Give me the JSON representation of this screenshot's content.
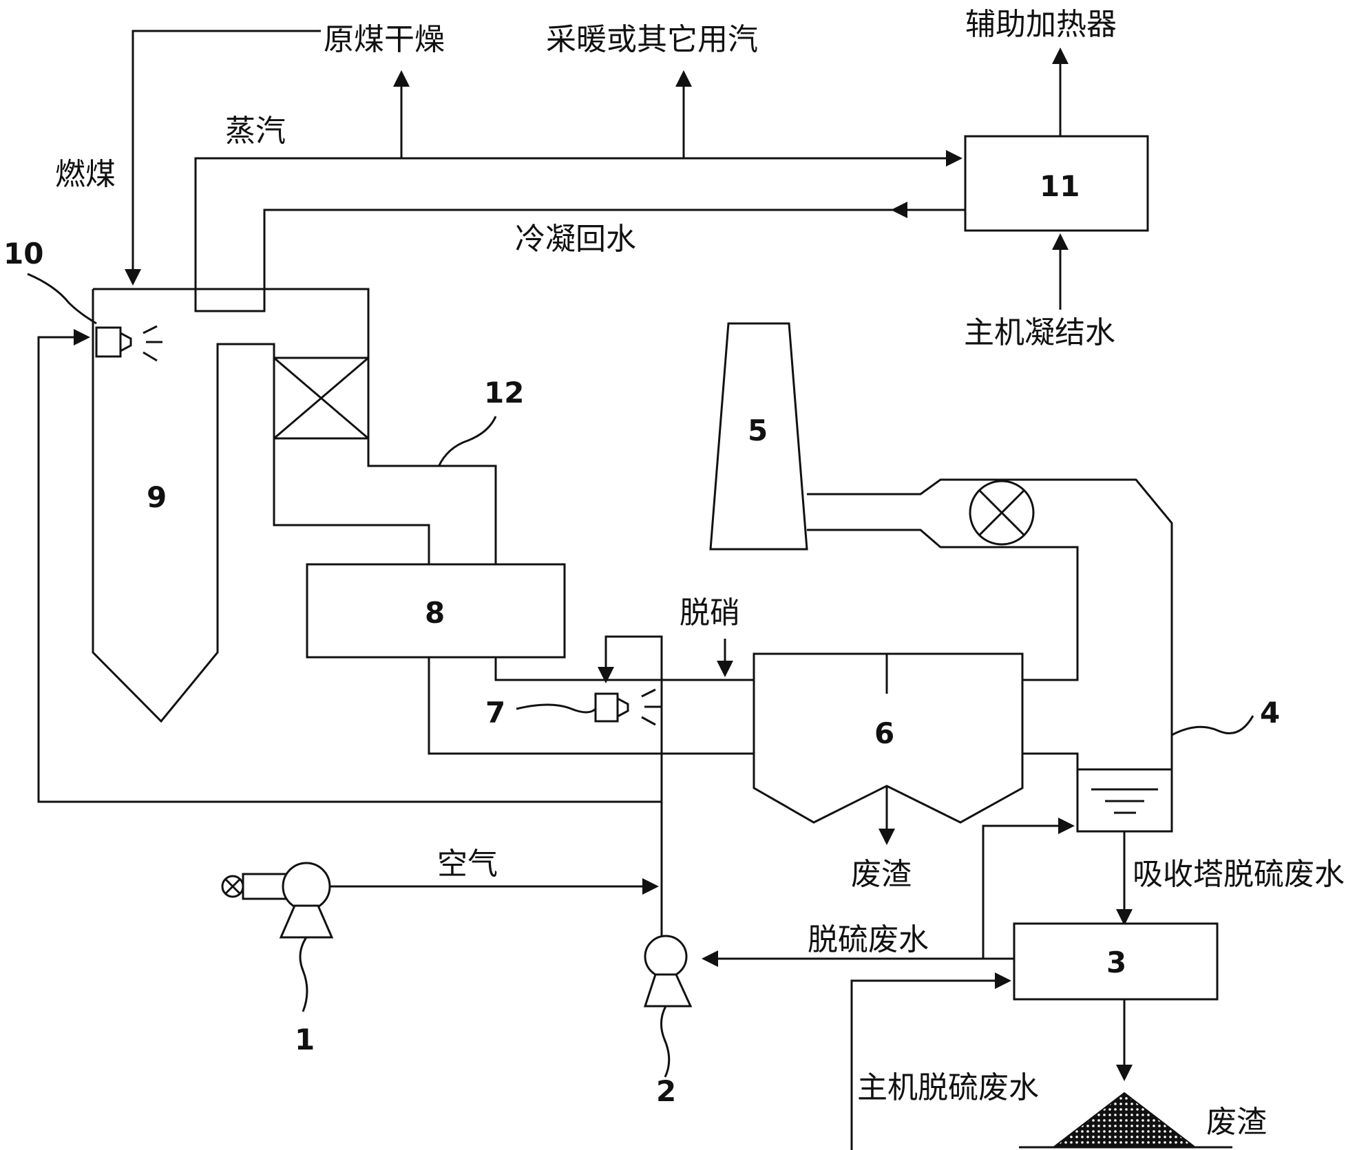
{
  "labels": {
    "raw_coal_drying": "原煤干燥",
    "heating_other_steam": "采暖或其它用汽",
    "aux_heater": "辅助加热器",
    "steam": "蒸汽",
    "coal_fired": "燃煤",
    "condensate_return": "冷凝回水",
    "main_condensate": "主机凝结水",
    "denitration": "脱硝",
    "air": "空气",
    "slag_upper": "废渣",
    "absorber_wastewater": "吸收塔脱硫废水",
    "desulf_wastewater": "脱硫废水",
    "main_desulf_wastewater": "主机脱硫废水",
    "slag_lower": "废渣"
  },
  "components": {
    "n1": "1",
    "n2": "2",
    "n3": "3",
    "n4": "4",
    "n5": "5",
    "n6": "6",
    "n7": "7",
    "n8": "8",
    "n9": "9",
    "n10": "10",
    "n11": "11",
    "n12": "12"
  },
  "colors": {
    "line": "#111111",
    "background": "#ffffff"
  }
}
